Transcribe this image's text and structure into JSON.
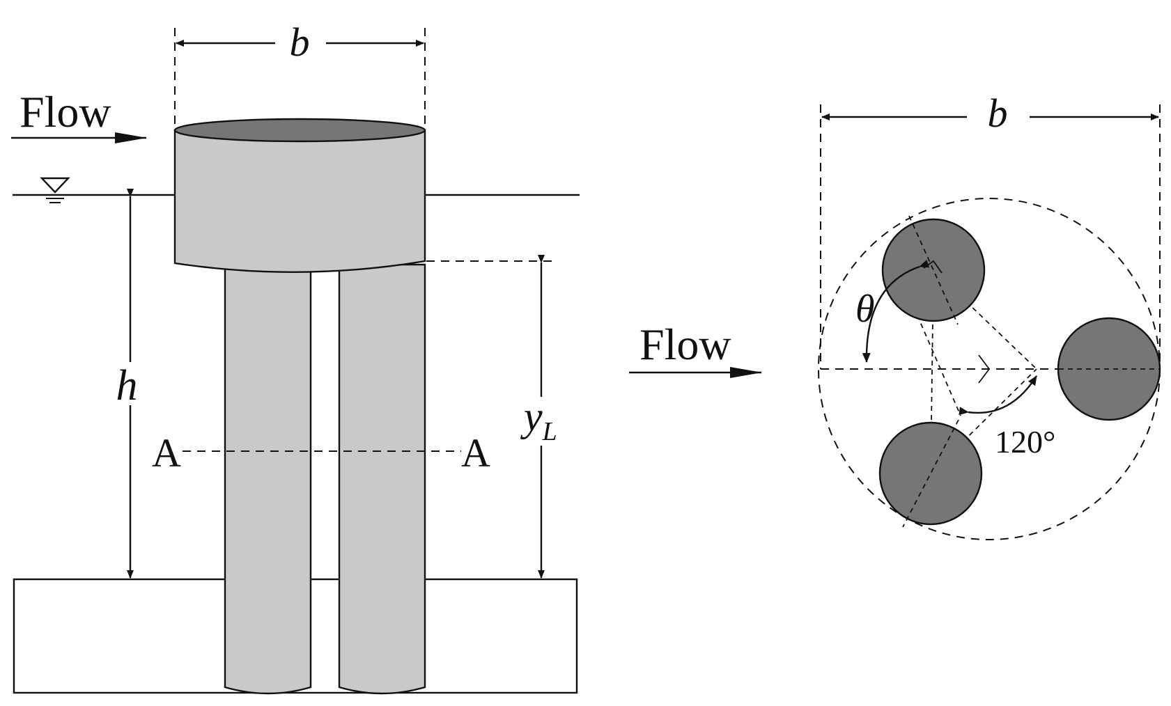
{
  "elevation_view": {
    "flow_label": "Flow",
    "width_label": "b",
    "depth_label": "h",
    "height_label_main": "y",
    "height_label_sub": "L",
    "section_left_label": "A",
    "section_right_label": "A"
  },
  "plan_view": {
    "flow_label": "Flow",
    "width_label": "b",
    "angle_label": "θ",
    "angle_value_label": "120°"
  },
  "colors": {
    "pier_light": "#c9c9c9",
    "pier_dark": "#767676",
    "line": "#111111",
    "background": "#ffffff"
  },
  "icons": {
    "water_surface": "inverted-triangle-water-symbol"
  }
}
